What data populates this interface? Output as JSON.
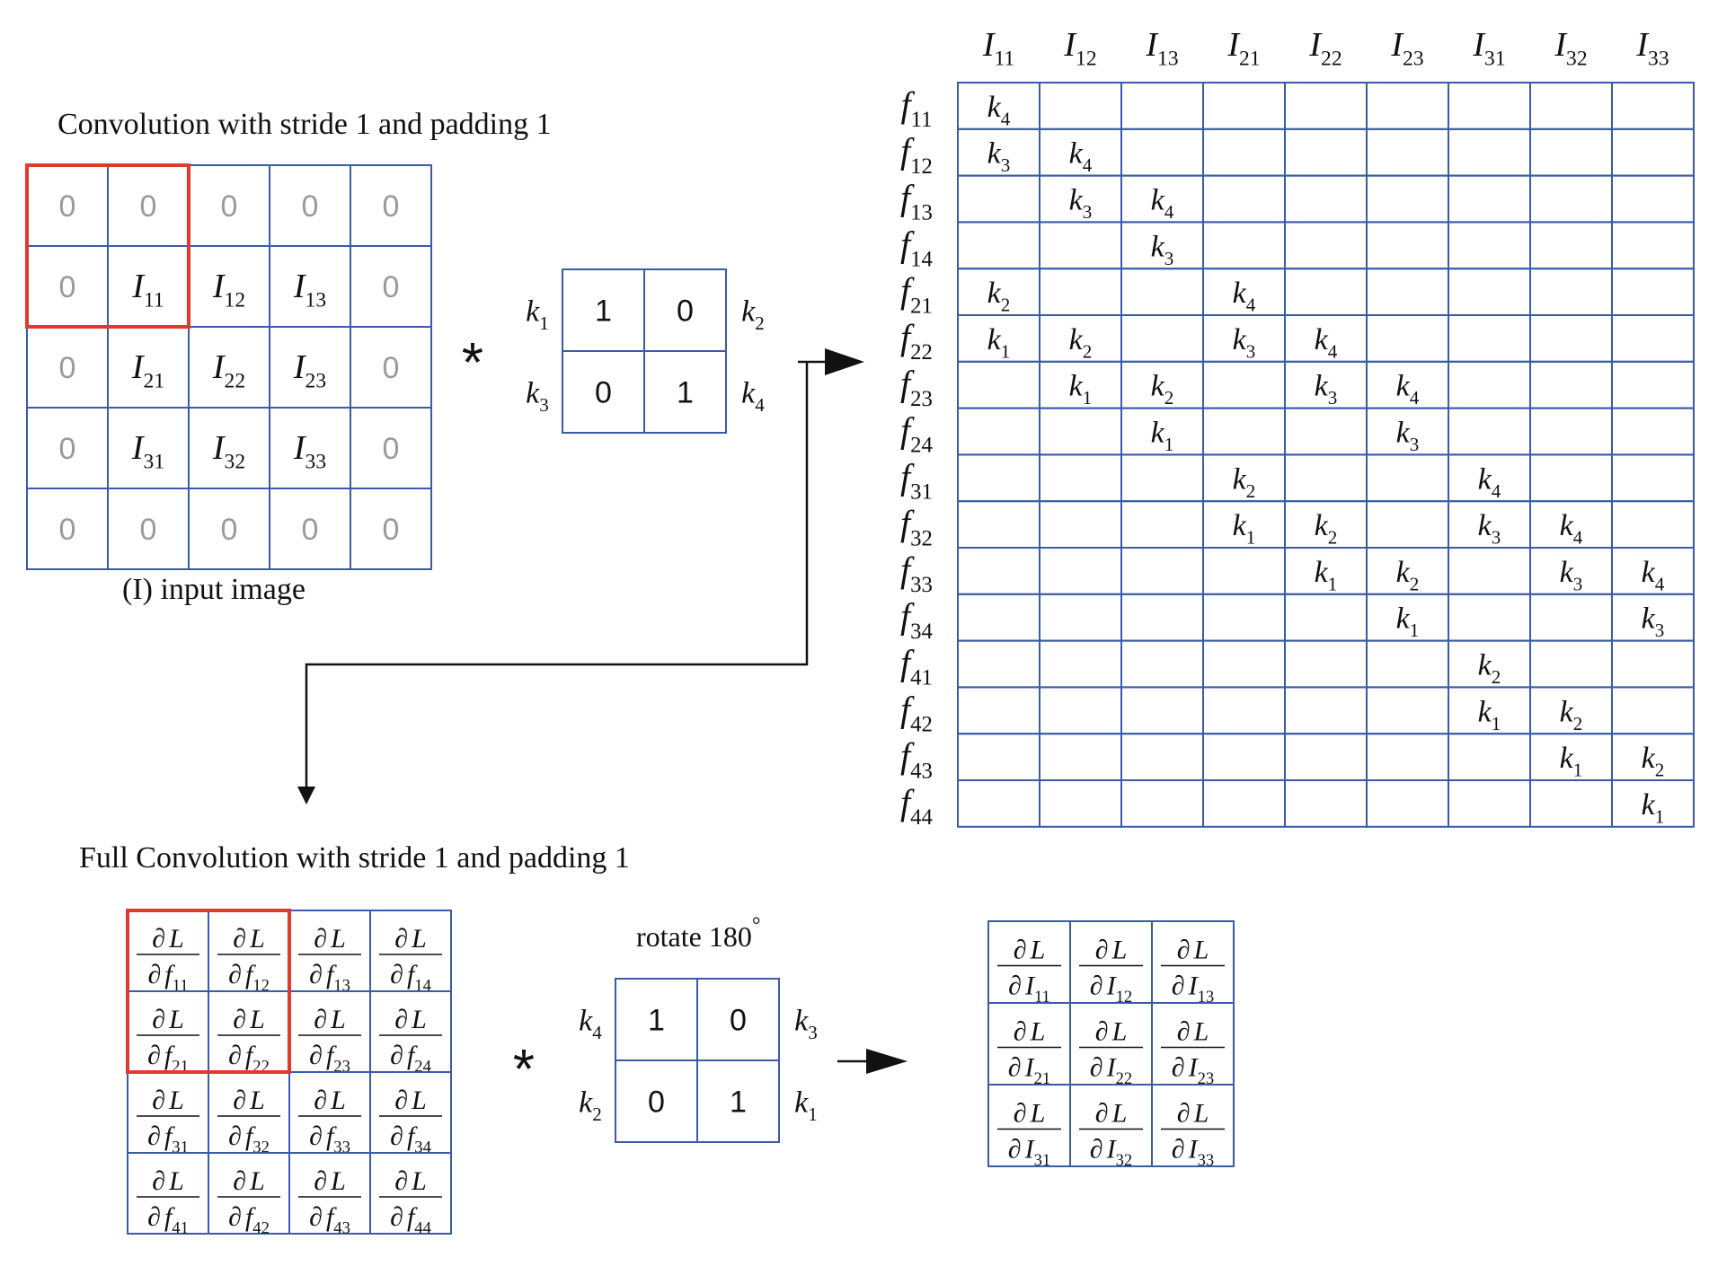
{
  "top_title": "Convolution with stride 1 and padding 1",
  "input_caption": "(I) input image",
  "bottom_title": "Full Convolution with stride 1 and padding 1",
  "rotate_label": "rotate 180",
  "rotate_degree": "°",
  "convolution_operator": "*",
  "input_grid": [
    [
      "0",
      "0",
      "0",
      "0",
      "0"
    ],
    [
      "0",
      "I11",
      "I12",
      "I13",
      "0"
    ],
    [
      "0",
      "I21",
      "I22",
      "I23",
      "0"
    ],
    [
      "0",
      "I31",
      "I32",
      "I33",
      "0"
    ],
    [
      "0",
      "0",
      "0",
      "0",
      "0"
    ]
  ],
  "kernel": {
    "values": [
      [
        "1",
        "0"
      ],
      [
        "0",
        "1"
      ]
    ],
    "labels": [
      "k1",
      "k2",
      "k3",
      "k4"
    ]
  },
  "rotated_kernel": {
    "values": [
      [
        "1",
        "0"
      ],
      [
        "0",
        "1"
      ]
    ],
    "labels": [
      "k4",
      "k3",
      "k2",
      "k1"
    ]
  },
  "matrix": {
    "columns": [
      "I11",
      "I12",
      "I13",
      "I21",
      "I22",
      "I23",
      "I31",
      "I32",
      "I33"
    ],
    "rows": [
      {
        "label": "f11",
        "cells": [
          "k4",
          "",
          "",
          "",
          "",
          "",
          "",
          "",
          ""
        ]
      },
      {
        "label": "f12",
        "cells": [
          "k3",
          "k4",
          "",
          "",
          "",
          "",
          "",
          "",
          ""
        ]
      },
      {
        "label": "f13",
        "cells": [
          "",
          "k3",
          "k4",
          "",
          "",
          "",
          "",
          "",
          ""
        ]
      },
      {
        "label": "f14",
        "cells": [
          "",
          "",
          "k3",
          "",
          "",
          "",
          "",
          "",
          ""
        ]
      },
      {
        "label": "f21",
        "cells": [
          "k2",
          "",
          "",
          "k4",
          "",
          "",
          "",
          "",
          ""
        ]
      },
      {
        "label": "f22",
        "cells": [
          "k1",
          "k2",
          "",
          "k3",
          "k4",
          "",
          "",
          "",
          ""
        ]
      },
      {
        "label": "f23",
        "cells": [
          "",
          "k1",
          "k2",
          "",
          "k3",
          "k4",
          "",
          "",
          ""
        ]
      },
      {
        "label": "f24",
        "cells": [
          "",
          "",
          "k1",
          "",
          "",
          "k3",
          "",
          "",
          ""
        ]
      },
      {
        "label": "f31",
        "cells": [
          "",
          "",
          "",
          "k2",
          "",
          "",
          "k4",
          "",
          ""
        ]
      },
      {
        "label": "f32",
        "cells": [
          "",
          "",
          "",
          "k1",
          "k2",
          "",
          "k3",
          "k4",
          ""
        ]
      },
      {
        "label": "f33",
        "cells": [
          "",
          "",
          "",
          "",
          "k1",
          "k2",
          "",
          "k3",
          "k4"
        ]
      },
      {
        "label": "f34",
        "cells": [
          "",
          "",
          "",
          "",
          "",
          "k1",
          "",
          "",
          "k3"
        ]
      },
      {
        "label": "f41",
        "cells": [
          "",
          "",
          "",
          "",
          "",
          "",
          "k2",
          "",
          ""
        ]
      },
      {
        "label": "f42",
        "cells": [
          "",
          "",
          "",
          "",
          "",
          "",
          "k1",
          "k2",
          ""
        ]
      },
      {
        "label": "f43",
        "cells": [
          "",
          "",
          "",
          "",
          "",
          "",
          "",
          "k1",
          "k2"
        ]
      },
      {
        "label": "f44",
        "cells": [
          "",
          "",
          "",
          "",
          "",
          "",
          "",
          "",
          "k1"
        ]
      }
    ]
  },
  "gradient_f": {
    "numerator": "L",
    "denominators": [
      [
        "f11",
        "f12",
        "f13",
        "f14"
      ],
      [
        "f21",
        "f22",
        "f23",
        "f24"
      ],
      [
        "f31",
        "f32",
        "f33",
        "f34"
      ],
      [
        "f41",
        "f42",
        "f43",
        "f44"
      ]
    ]
  },
  "gradient_i": {
    "numerator": "L",
    "denominators": [
      [
        "I11",
        "I12",
        "I13"
      ],
      [
        "I21",
        "I22",
        "I23"
      ],
      [
        "I31",
        "I32",
        "I33"
      ]
    ]
  },
  "colors": {
    "grid": "#3a5ba8",
    "highlight": "#e03a2c",
    "padding_text": "#9a9a9a",
    "text": "#111111"
  }
}
